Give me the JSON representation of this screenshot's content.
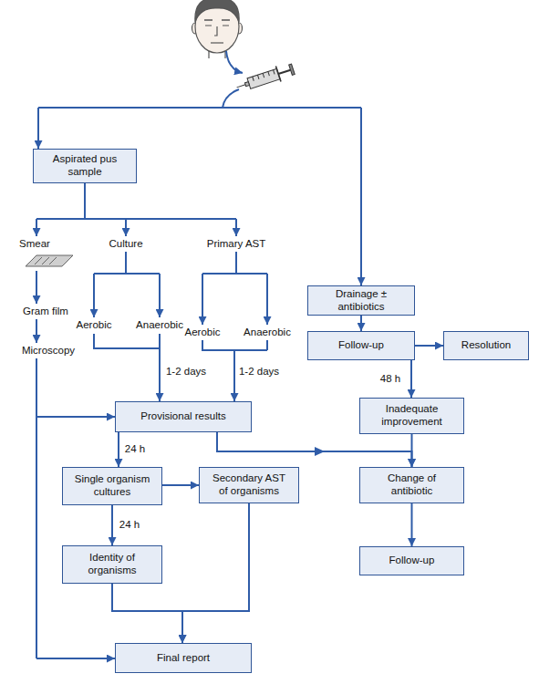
{
  "diagram": {
    "nodes": [
      {
        "text": [
          "Aspirated pus sample"
        ]
      },
      {
        "text": [
          "Drainage ± antibiotics"
        ]
      },
      {
        "text": [
          "Follow-up"
        ]
      },
      {
        "text": [
          "Resolution"
        ]
      },
      {
        "text": [
          "Provisional results"
        ]
      },
      {
        "text": [
          "Inadequate improvement"
        ]
      },
      {
        "text": [
          "Single organism cultures"
        ]
      },
      {
        "text": [
          "Secondary AST of organisms"
        ]
      },
      {
        "text": [
          "Change of antibiotic"
        ]
      },
      {
        "text": [
          "Identity of organisms"
        ]
      },
      {
        "text": [
          "Follow-up"
        ]
      },
      {
        "text": [
          "Final report"
        ]
      }
    ],
    "edges": [
      {
        "from": 1,
        "to": 2,
        "arrow": "to"
      },
      {
        "from": 2,
        "to": 3,
        "arrow": "to"
      },
      {
        "from": 2,
        "to": 5,
        "label": "48 h",
        "arrow": "to"
      },
      {
        "from": 5,
        "to": 8,
        "arrow": "to"
      },
      {
        "from": 4,
        "to": 8,
        "arrow": "to"
      },
      {
        "from": 4,
        "to": 6,
        "label": "24 h",
        "arrow": "to"
      },
      {
        "from": 6,
        "to": 7,
        "arrow": "to"
      },
      {
        "from": 6,
        "to": 9,
        "label": "24 h",
        "arrow": "to"
      },
      {
        "from": 8,
        "to": 10,
        "arrow": "to"
      },
      {
        "from": 9,
        "to": 11,
        "arrow": "to"
      },
      {
        "from": 7,
        "to": 11,
        "arrow": "to"
      }
    ],
    "labels": [
      "Smear",
      "Culture",
      "Primary AST",
      "Gram film",
      "Aerobic",
      "Anaerobic",
      "Aerobic",
      "Anaerobic",
      "Microscopy",
      "1-2 days",
      "1-2 days"
    ]
  }
}
